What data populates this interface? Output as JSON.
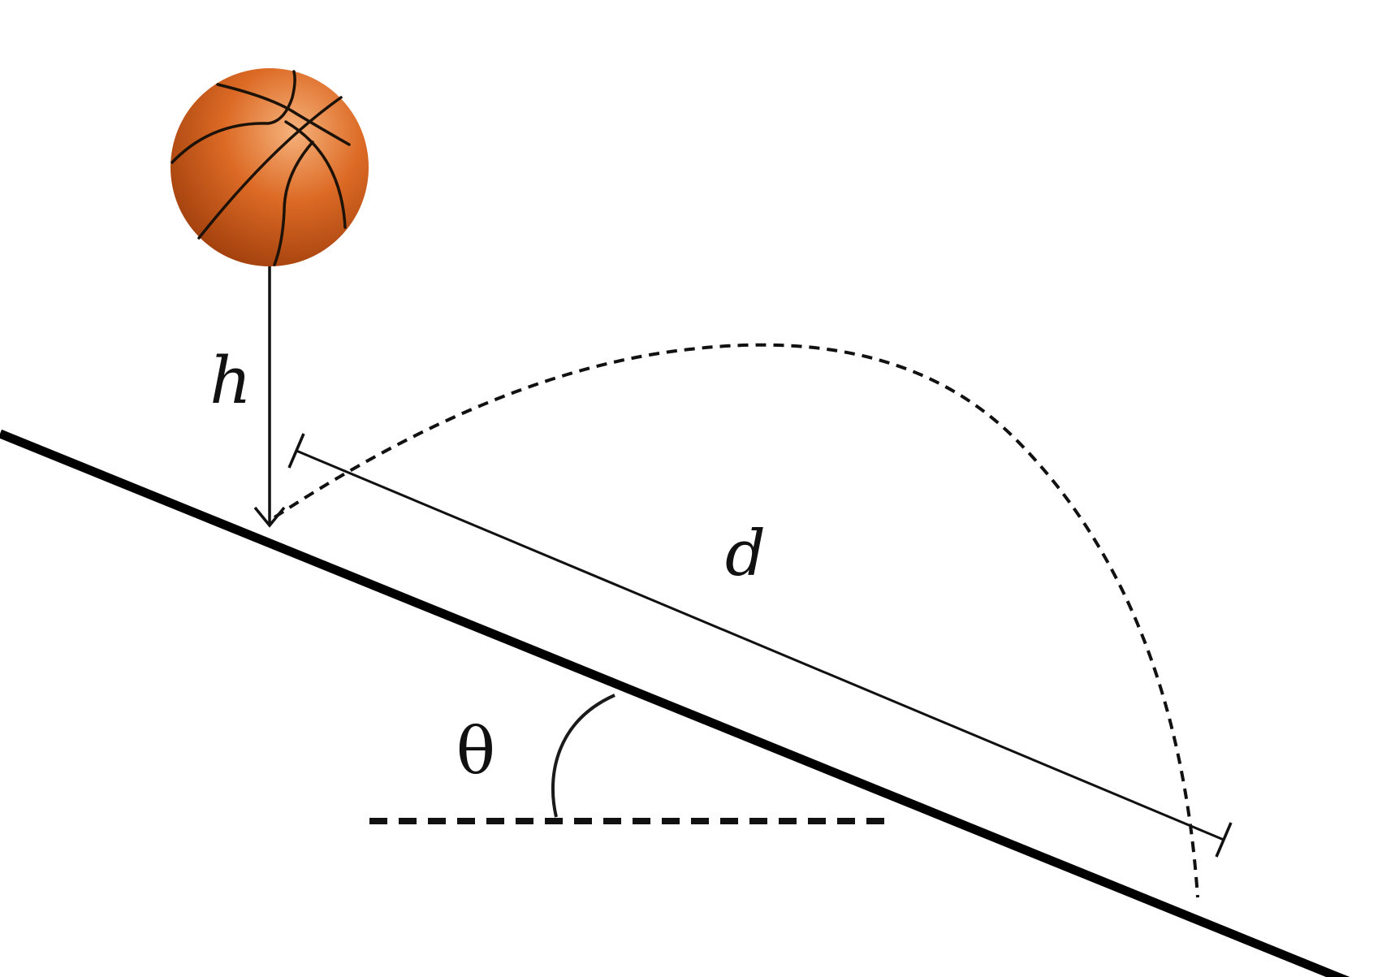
{
  "labels": {
    "height": "h",
    "distance": "d",
    "angle": "θ"
  },
  "colors": {
    "ball_light": "#f3a66b",
    "ball_mid": "#d8621e",
    "ball_dark": "#8f3508",
    "seam": "#1c1208",
    "line": "#000000"
  },
  "icons": {
    "ball": "basketball-icon"
  }
}
